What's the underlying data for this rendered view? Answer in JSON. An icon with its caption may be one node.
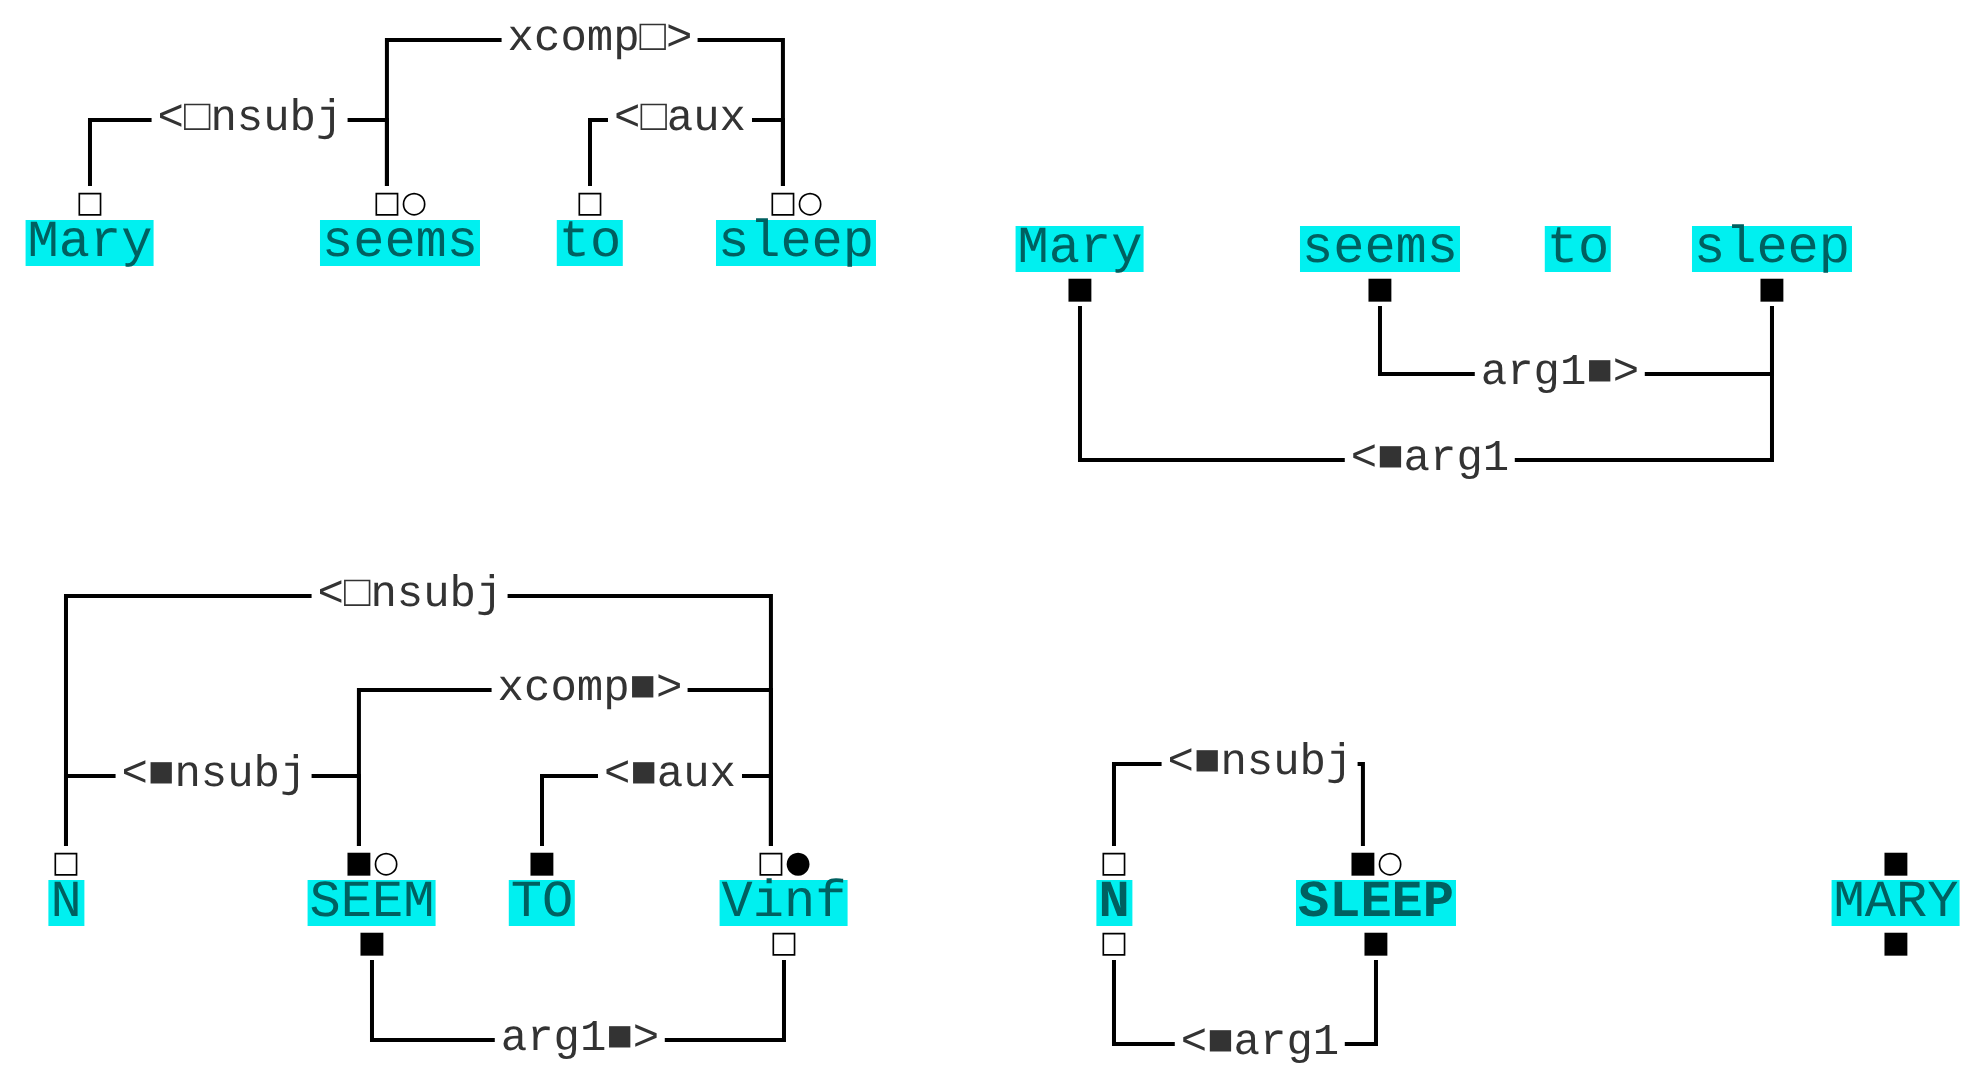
{
  "diagram": {
    "nodes": [
      {
        "text": [
          "Mary"
        ],
        "beside": [
          "□"
        ]
      },
      {
        "text": [
          "seems"
        ],
        "beside": [
          "□○"
        ]
      },
      {
        "text": [
          "to"
        ],
        "beside": [
          "□"
        ]
      },
      {
        "text": [
          "sleep"
        ],
        "beside": [
          "□○"
        ]
      },
      {
        "text": [
          "Mary"
        ],
        "beside": [
          "■"
        ]
      },
      {
        "text": [
          "seems"
        ],
        "beside": [
          "■"
        ]
      },
      {
        "text": [
          "to"
        ]
      },
      {
        "text": [
          "sleep"
        ],
        "beside": [
          "■"
        ]
      },
      {
        "text": [
          "N"
        ],
        "beside": [
          "□"
        ]
      },
      {
        "text": [
          "SEEM"
        ],
        "beside": [
          "■○",
          "■"
        ]
      },
      {
        "text": [
          "TO"
        ],
        "beside": [
          "■"
        ]
      },
      {
        "text": [
          "Vinf"
        ],
        "beside": [
          "□●",
          "□"
        ]
      },
      {
        "text": [
          "N"
        ],
        "beside": [
          "□",
          "□"
        ]
      },
      {
        "text": [
          "SLEEP"
        ],
        "beside": [
          "■○",
          "■"
        ]
      },
      {
        "text": [
          "MARY"
        ],
        "beside": [
          "■",
          "■"
        ]
      }
    ],
    "edges": [
      {
        "from": 0,
        "to": 1,
        "arrow": "none",
        "label": "<□nsubj"
      },
      {
        "from": 1,
        "to": 3,
        "arrow": "none",
        "label": "xcomp□>"
      },
      {
        "from": 2,
        "to": 3,
        "arrow": "none",
        "label": "<□aux"
      },
      {
        "from": 5,
        "to": 7,
        "arrow": "none",
        "label": "arg1■>"
      },
      {
        "from": 4,
        "to": 7,
        "arrow": "none",
        "label": "<■arg1"
      },
      {
        "from": 8,
        "to": 11,
        "arrow": "none",
        "label": "<□nsubj"
      },
      {
        "from": 9,
        "to": 11,
        "arrow": "none",
        "label": "xcomp■>"
      },
      {
        "from": 8,
        "to": 9,
        "arrow": "none",
        "label": "<■nsubj"
      },
      {
        "from": 10,
        "to": 11,
        "arrow": "none",
        "label": "<■aux"
      },
      {
        "from": 9,
        "to": 11,
        "arrow": "none",
        "label": "arg1■>"
      },
      {
        "from": 12,
        "to": 13,
        "arrow": "none",
        "label": "<■nsubj"
      },
      {
        "from": 12,
        "to": 13,
        "arrow": "none",
        "label": "<■arg1"
      }
    ]
  }
}
